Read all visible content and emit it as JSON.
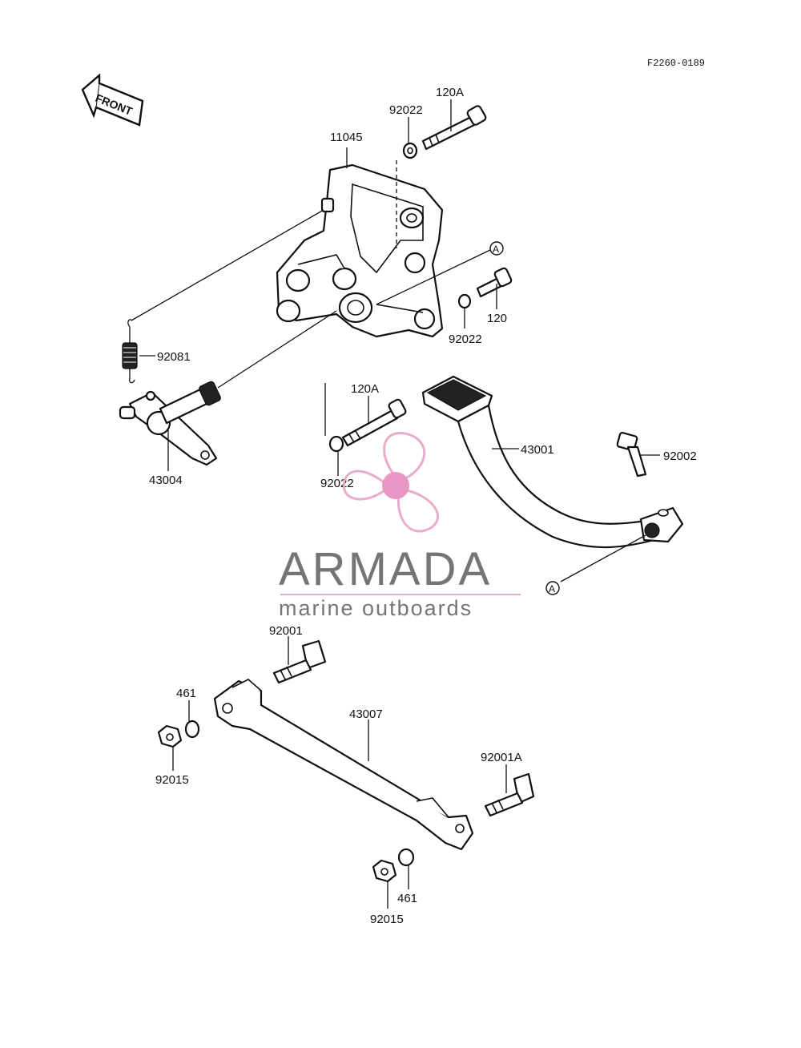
{
  "diagram_code": "F2260-0189",
  "front_arrow_text": "FRONT",
  "callout_marker": "A",
  "parts": {
    "p11045": "11045",
    "p92022_top": "92022",
    "p120A_top": "120A",
    "p120": "120",
    "p92022_right": "92022",
    "p92081": "92081",
    "p43004": "43004",
    "p120A_mid": "120A",
    "p92022_mid": "92022",
    "p43001": "43001",
    "p92002": "92002",
    "p92001": "92001",
    "p461_left": "461",
    "p92015_left": "92015",
    "p43007": "43007",
    "p92001A": "92001A",
    "p461_bottom": "461",
    "p92015_bottom": "92015"
  },
  "watermark": {
    "brand": "ARMADA",
    "tagline": "marine outboards",
    "logo_color": "#e8a7c8",
    "logo_center_color": "#e78fbf",
    "text_color": "#6a6a6a"
  }
}
